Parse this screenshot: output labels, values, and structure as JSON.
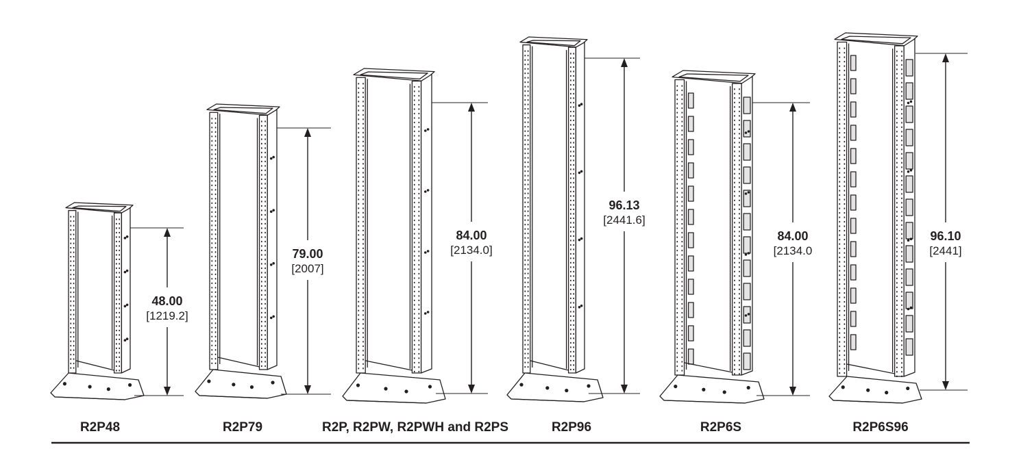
{
  "racks": [
    {
      "caption": "R2P48",
      "height_in": "48.00",
      "height_mm": "[1219.2]"
    },
    {
      "caption": "R2P79",
      "height_in": "79.00",
      "height_mm": "[2007]"
    },
    {
      "caption": "R2P, R2PW, R2PWH and R2PS",
      "height_in": "84.00",
      "height_mm": "[2134.0]"
    },
    {
      "caption": "R2P96",
      "height_in": "96.13",
      "height_mm": "[2441.6]"
    },
    {
      "caption": "R2P6S",
      "height_in": "84.00",
      "height_mm": "[2134.0"
    },
    {
      "caption": "R2P6S96",
      "height_in": "96.10",
      "height_mm": "[2441]"
    }
  ]
}
